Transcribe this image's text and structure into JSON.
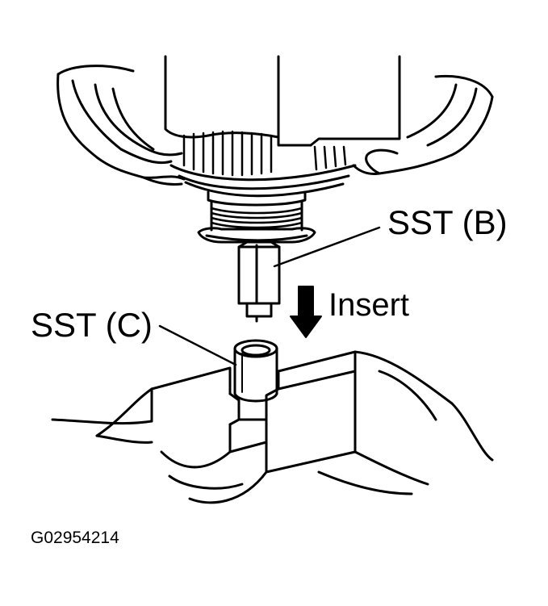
{
  "labels": {
    "sst_b": "SST (B)",
    "sst_c": "SST (C)",
    "action": "Insert",
    "figure_code": "G02954214"
  },
  "colors": {
    "ink": "#000000",
    "paper": "#ffffff"
  }
}
